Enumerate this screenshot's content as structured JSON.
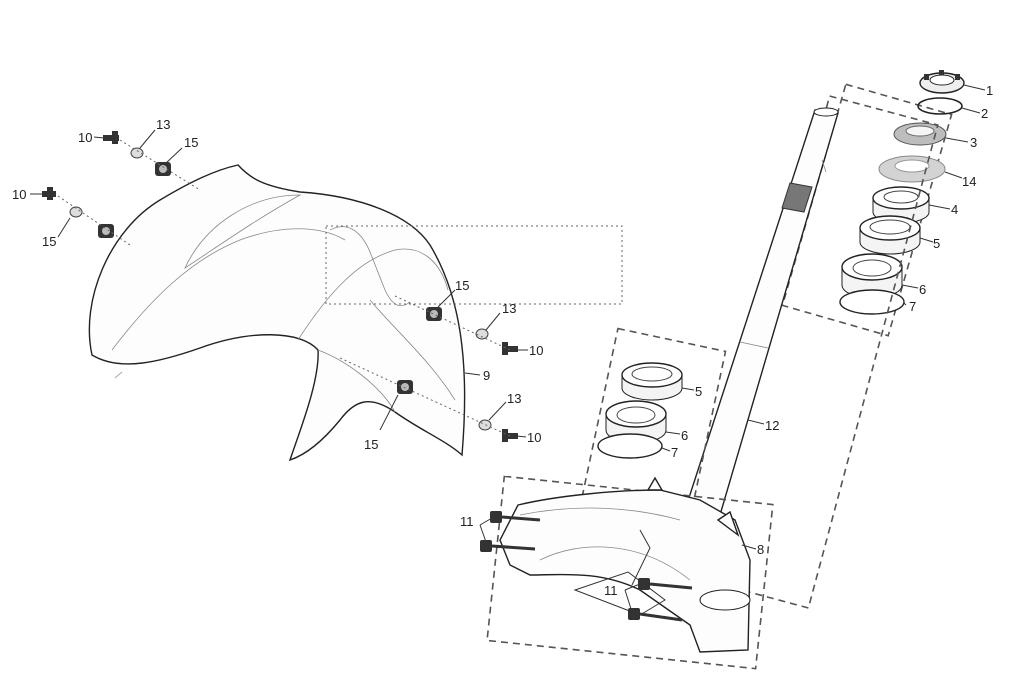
{
  "callouts": {
    "p1": "1",
    "p2": "2",
    "p3": "3",
    "p14": "14",
    "p4": "4",
    "p5a": "5",
    "p6a": "6",
    "p7a": "7",
    "p5b": "5",
    "p6b": "6",
    "p7b": "7",
    "p12": "12",
    "p8": "8",
    "p11a": "11",
    "p11b": "11",
    "p10a": "10",
    "p13a": "13",
    "p15a": "15",
    "p10b": "10",
    "p15b": "15",
    "p15c": "15",
    "p13b": "13",
    "p10c": "10",
    "p9": "9",
    "p13c": "13",
    "p10d": "10",
    "p15d": "15"
  },
  "colors": {
    "line": "#222222",
    "washer_fill": "#cfcfcf",
    "seal_fill": "#e4e4e4",
    "dash": "#555555"
  }
}
